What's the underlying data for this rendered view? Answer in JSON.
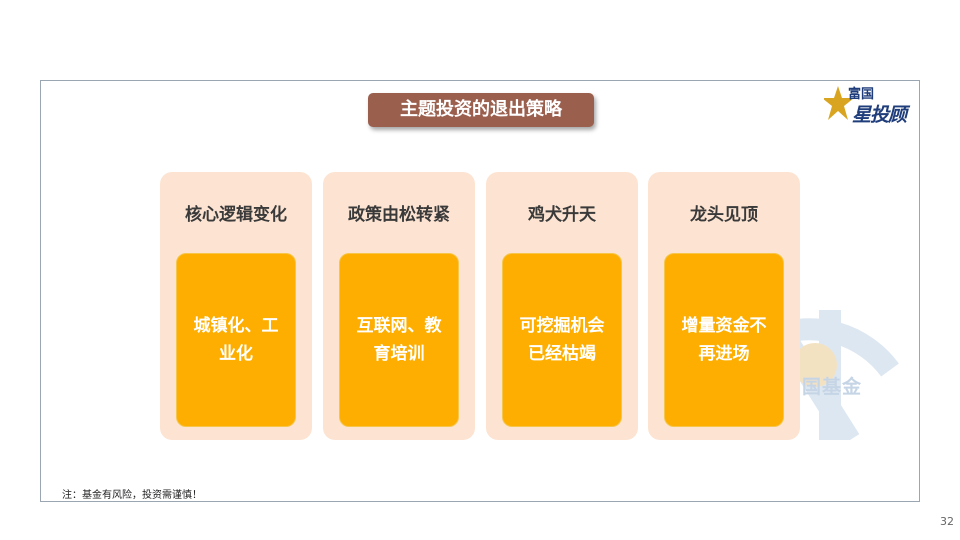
{
  "slide": {
    "title": "主题投资的退出策略",
    "note": "注：基金有风险，投资需谨慎！",
    "page_number": "32"
  },
  "logo": {
    "top_text": "富国",
    "main_text": "星投顾",
    "icon": "star-logo-icon"
  },
  "watermark": {
    "text": "富国基金",
    "icon": "fullgoal-emblem-icon"
  },
  "cards": [
    {
      "heading": "核心逻辑变化",
      "body": "城镇化、工业化"
    },
    {
      "heading": "政策由松转紧",
      "body": "互联网、教育培训"
    },
    {
      "heading": "鸡犬升天",
      "body": "可挖掘机会已经枯竭"
    },
    {
      "heading": "龙头见顶",
      "body": "增量资金不再进场"
    }
  ],
  "colors": {
    "title_bg": "#9b5f4e",
    "card_bg": "#fde4d2",
    "card_inner_bg": "#fdae00",
    "frame_border": "#9aa7b3",
    "logo_blue": "#1f3d7a",
    "logo_gold": "#d9a520"
  }
}
